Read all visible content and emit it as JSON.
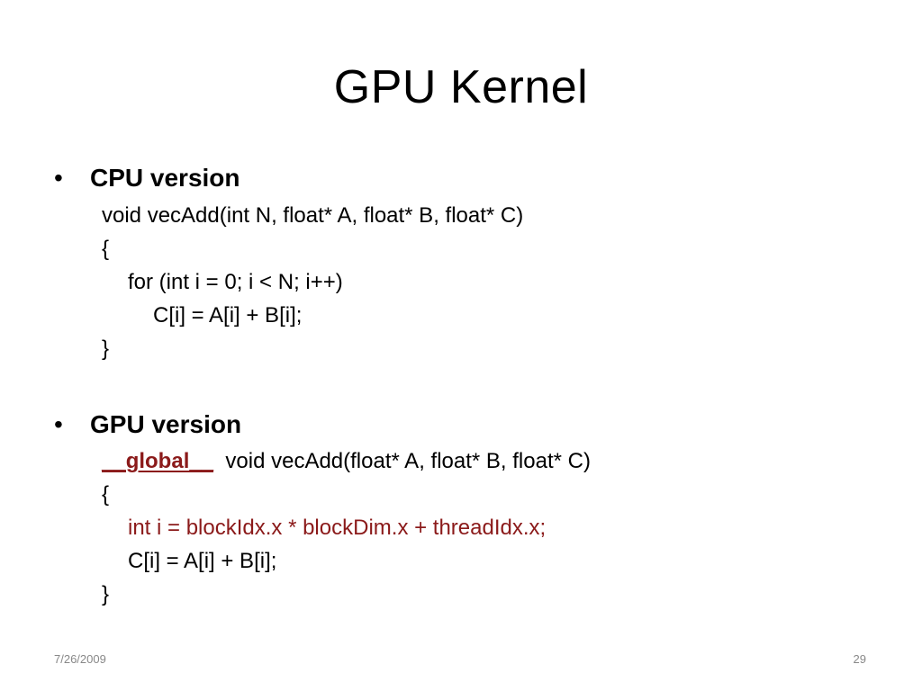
{
  "slide": {
    "title": "GPU Kernel",
    "cpu": {
      "bullet": "•",
      "heading": "CPU version",
      "lines": [
        "void vecAdd(int N, float* A, float* B, float* C)",
        "{",
        "for (int i = 0; i < N; i++)",
        "C[i] = A[i] + B[i];",
        "}"
      ]
    },
    "gpu": {
      "bullet": "•",
      "heading": "GPU version",
      "qualifier": "__global__",
      "signature": "  void vecAdd(float* A, float* B, float* C)",
      "lines": [
        "{",
        "int i = blockIdx.x * blockDim.x + threadIdx.x;",
        "C[i] = A[i] + B[i];",
        "}"
      ]
    },
    "footer": {
      "date": "7/26/2009",
      "page_number": "29"
    },
    "colors": {
      "accent": "#8b1a1a",
      "text": "#000000",
      "footer": "#888888"
    }
  }
}
